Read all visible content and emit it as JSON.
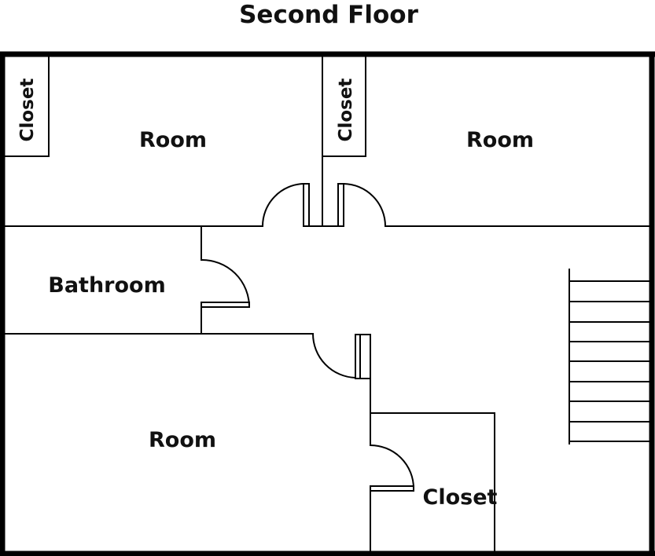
{
  "title": "Second Floor",
  "rooms": {
    "top_left": "Room",
    "top_right": "Room",
    "bathroom": "Bathroom",
    "bottom_left": "Room",
    "bottom_closet": "Closet"
  },
  "closets": {
    "top_left": "Closet",
    "top_middle": "Closet"
  },
  "colors": {
    "wall": "#000000",
    "background": "#ffffff"
  }
}
